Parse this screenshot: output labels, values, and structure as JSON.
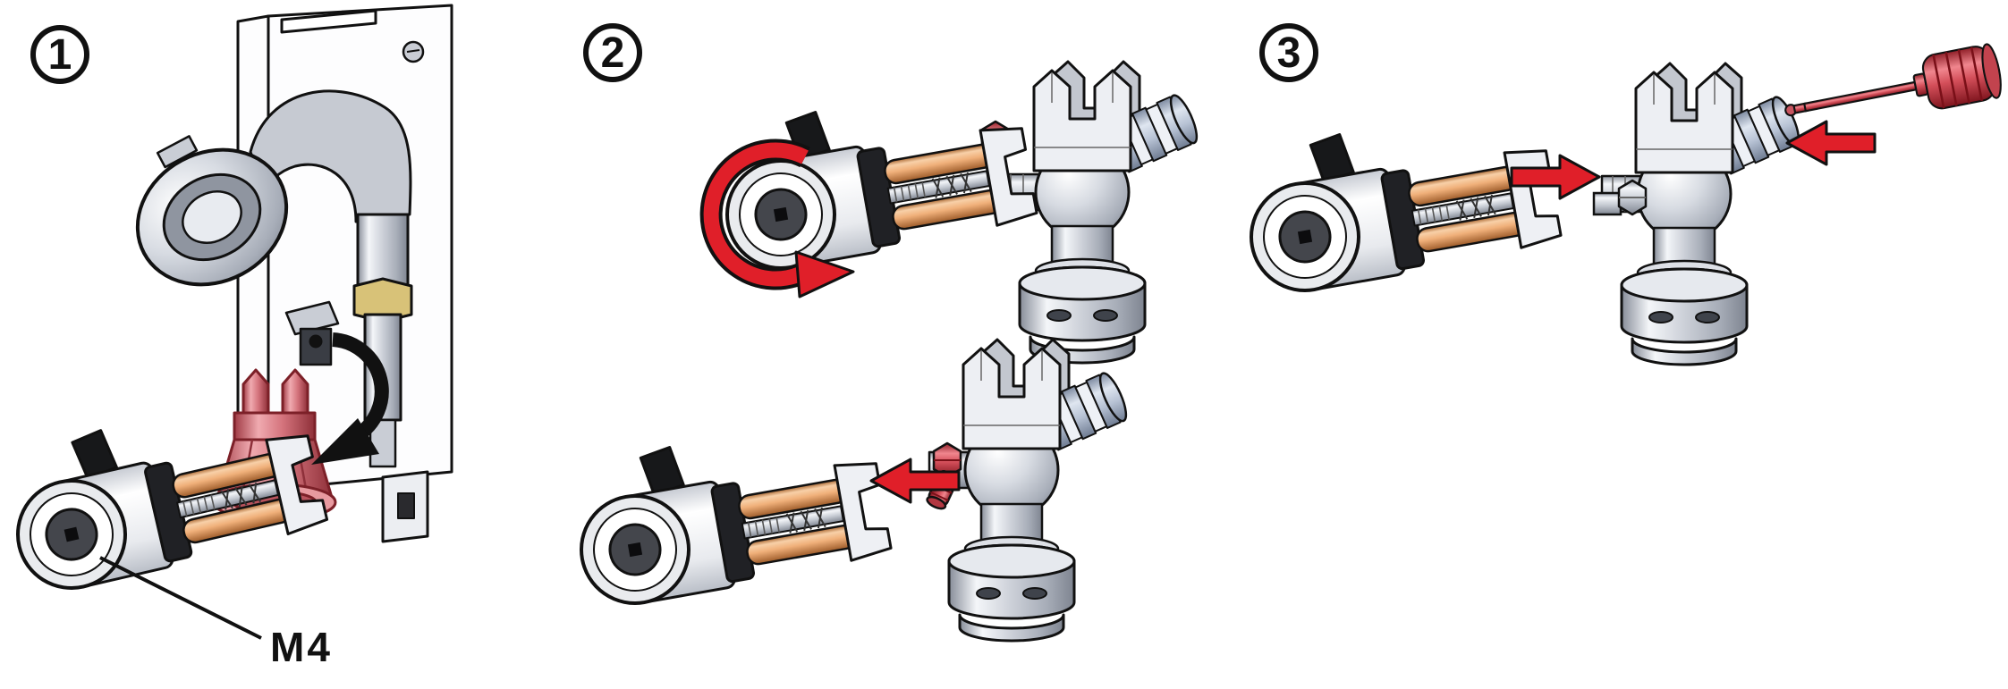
{
  "diagram": {
    "title": "valve-actuator-assembly-instructions",
    "background": "#ffffff",
    "steps": [
      {
        "number": "1",
        "annotations": [
          {
            "label": "M4"
          }
        ],
        "arrows": [
          "rotate-clockwise-black"
        ],
        "parts": [
          "mounting-bracket",
          "elbow-fitting",
          "red-valve-insert",
          "actuator-assembly"
        ]
      },
      {
        "number": "2",
        "annotations": [],
        "arrows": [
          "rotate-counterclockwise-red",
          "slide-left-red"
        ],
        "parts": [
          "actuator-assembly",
          "valve-body",
          "red-handle"
        ]
      },
      {
        "number": "3",
        "annotations": [],
        "arrows": [
          "push-right-red",
          "insert-left-red"
        ],
        "parts": [
          "actuator-assembly",
          "valve-body",
          "adapter-nut",
          "red-plug-tool"
        ]
      }
    ],
    "colors": {
      "outline": "#111111",
      "arrow_red": "#e01f29",
      "part_red": "#d4737c",
      "copper": "#f0b07a",
      "metal": "#c9cdd5",
      "blue_fitting": "#b7c2d4",
      "brass": "#d8c278"
    }
  }
}
